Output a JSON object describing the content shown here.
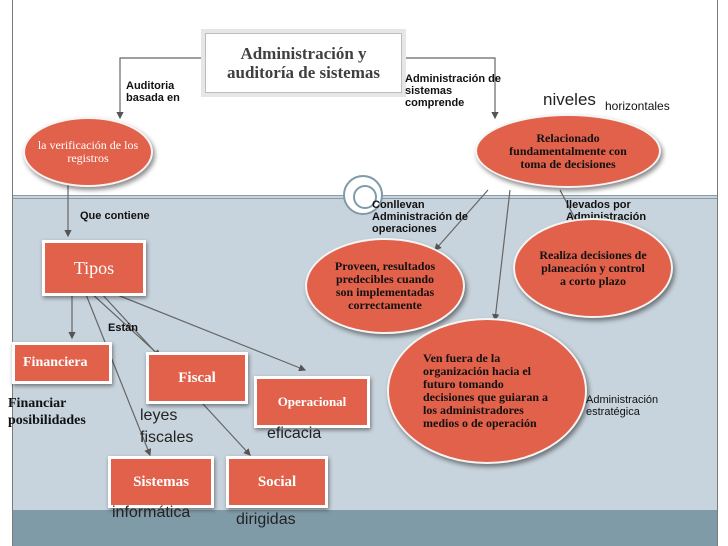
{
  "title": "Administración y auditoría de sistemas",
  "left_oval": "la verificación de los registros",
  "auditoria_label": "Auditoria basada en",
  "admin_comprende_label": "Administración de sistemas comprende",
  "niveles": "niveles",
  "horizontales": "horizontales",
  "right_top_oval": "Relacionado fundamentalmente con toma de decisiones",
  "que_contiene": "Que contiene",
  "conllevan_label": "Conllevan Administración de operaciones",
  "llevados_label": "llevados por Administración media",
  "tipos": "Tipos",
  "estan": "Están",
  "proveen_oval": "Proveen, resultados predecibles cuando son implementadas correctamente",
  "realiza_oval": "Realiza decisiones de planeación y control a corto plazo",
  "ven_oval": "Ven fuera de la organización hacia el futuro tomando decisiones que guiaran a los administradores medios o de operación",
  "admin_estrategica": "Administración estratégica",
  "boxes": {
    "financiera": "Financiera",
    "fiscal": "Fiscal",
    "operacional": "Operacional",
    "sistemas": "Sistemas",
    "social": "Social"
  },
  "notes": {
    "financiar": "Financiar posibilidades",
    "leyes": "leyes fiscales",
    "eficacia": "eficacia",
    "informatica": "informática",
    "dirigidas": "dirigidas"
  },
  "colors": {
    "accent": "#e2614b",
    "band": "#c8d4dd",
    "band_bottom": "#7f9ba8"
  }
}
